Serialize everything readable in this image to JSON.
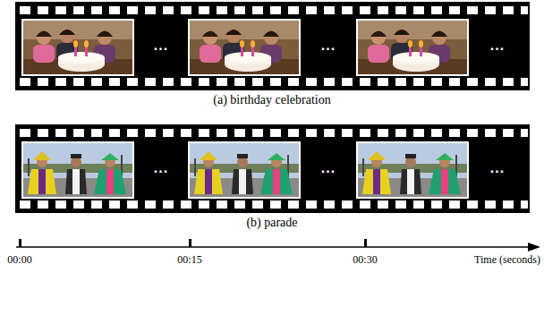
{
  "diagram": {
    "labels": [
      "...",
      "...",
      "...",
      "(a) birthday celebration",
      "...",
      "...",
      "...",
      "(b) parade",
      "00:00",
      "00:15",
      "00:30",
      "Time (seconds)"
    ]
  }
}
